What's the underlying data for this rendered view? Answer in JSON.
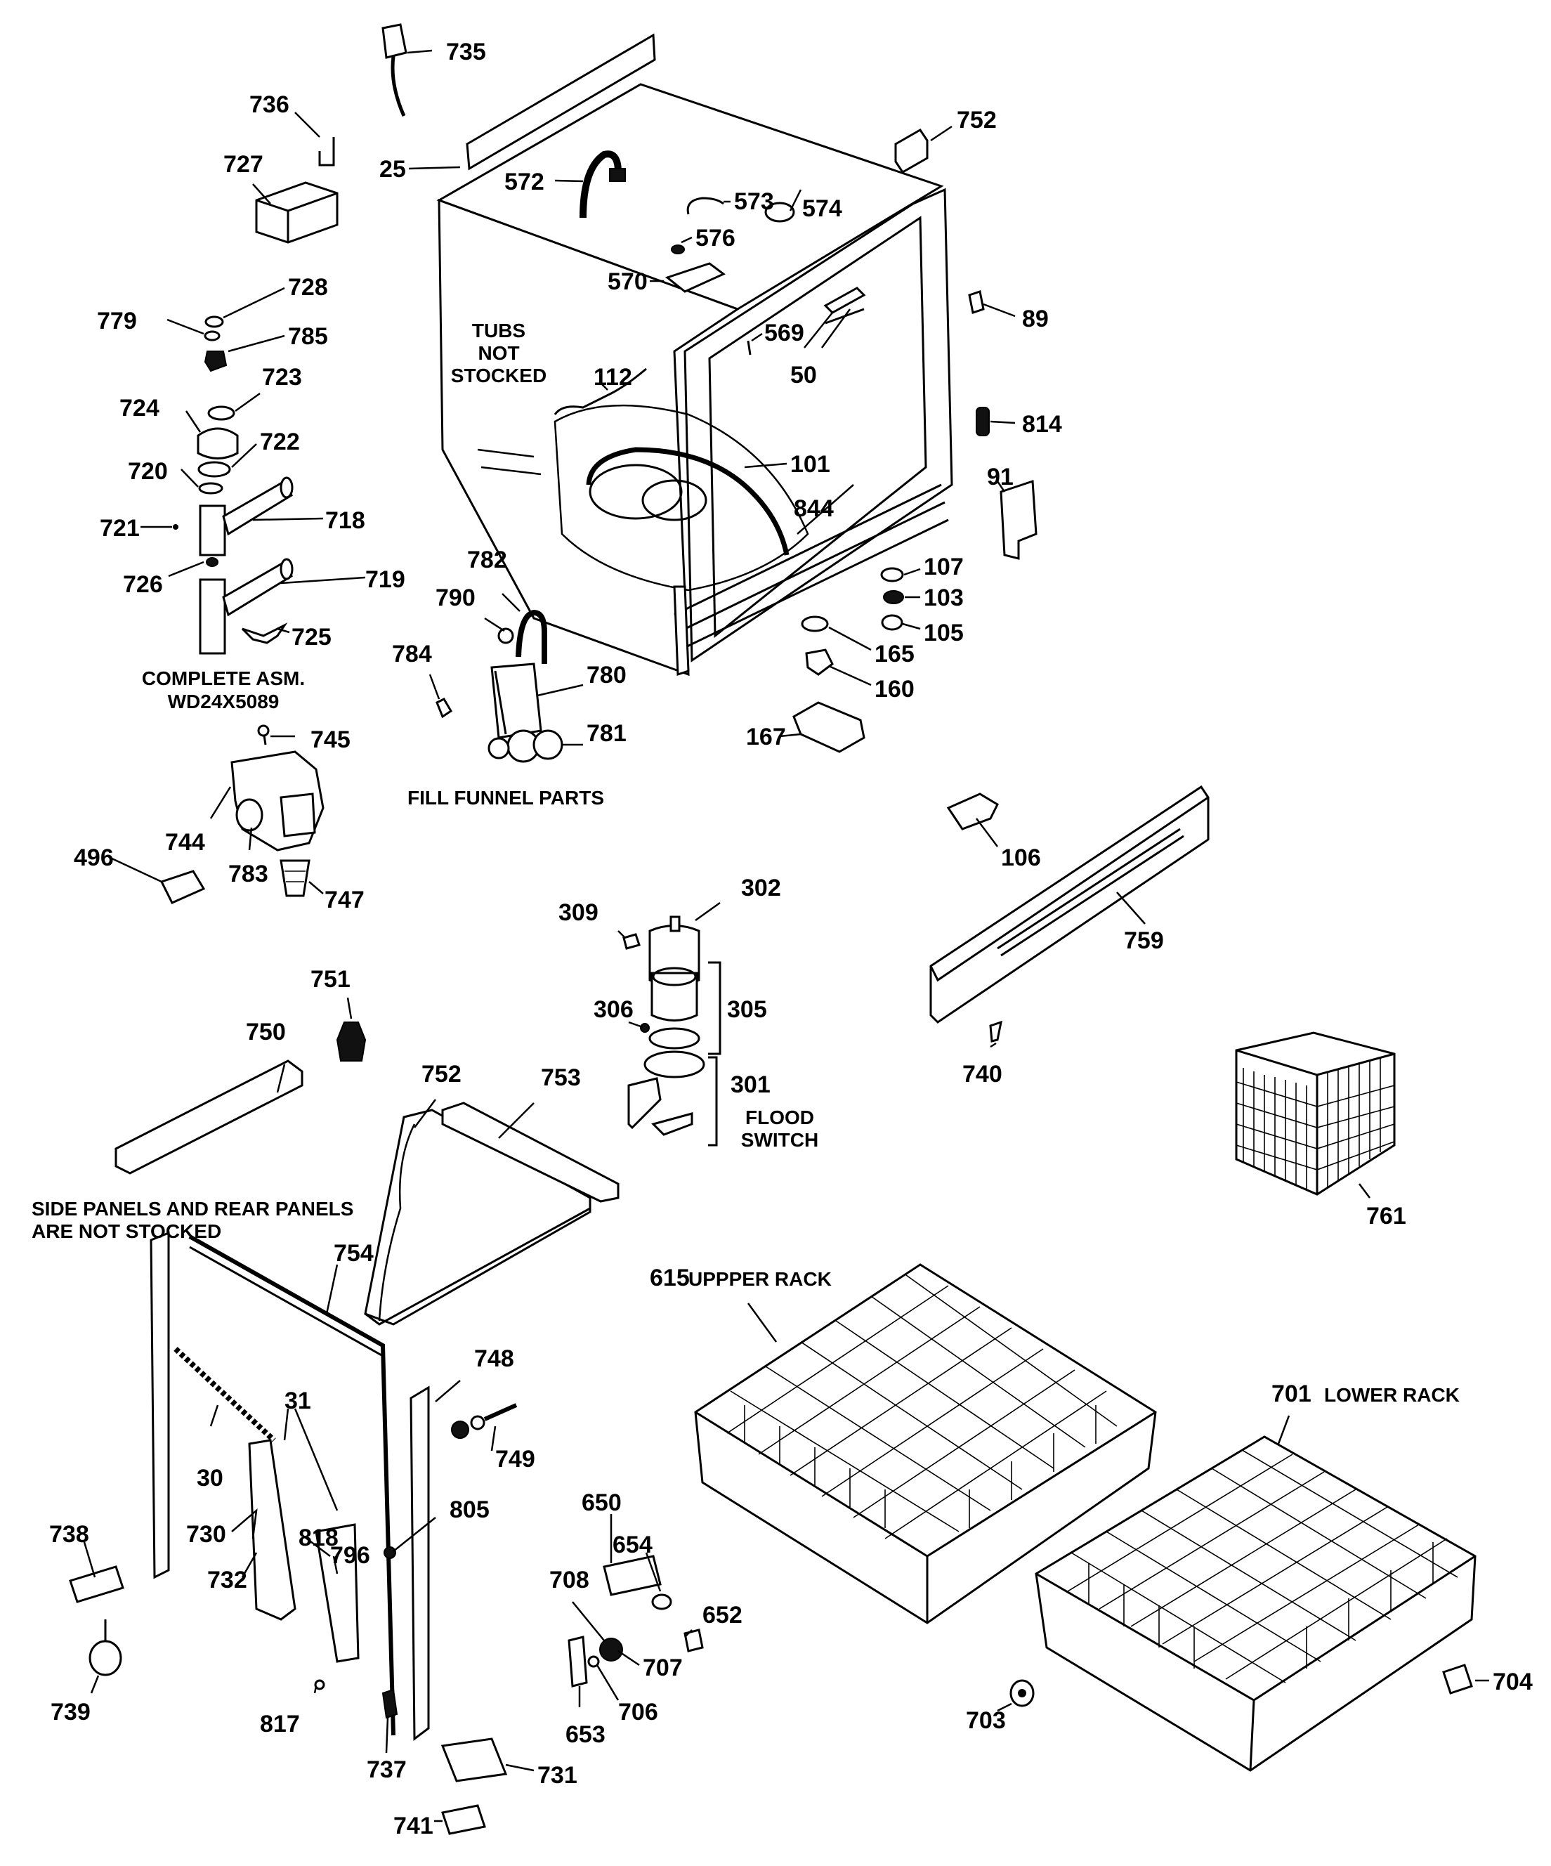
{
  "parts": [
    {
      "id": "735",
      "label": "735"
    },
    {
      "id": "736",
      "label": "736"
    },
    {
      "id": "727",
      "label": "727"
    },
    {
      "id": "728",
      "label": "728"
    },
    {
      "id": "779",
      "label": "779"
    },
    {
      "id": "785",
      "label": "785"
    },
    {
      "id": "723",
      "label": "723"
    },
    {
      "id": "724",
      "label": "724"
    },
    {
      "id": "722",
      "label": "722"
    },
    {
      "id": "720",
      "label": "720"
    },
    {
      "id": "721",
      "label": "721"
    },
    {
      "id": "718",
      "label": "718"
    },
    {
      "id": "726",
      "label": "726"
    },
    {
      "id": "719",
      "label": "719"
    },
    {
      "id": "725",
      "label": "725"
    },
    {
      "id": "745",
      "label": "745"
    },
    {
      "id": "744",
      "label": "744"
    },
    {
      "id": "496",
      "label": "496"
    },
    {
      "id": "783",
      "label": "783"
    },
    {
      "id": "747",
      "label": "747"
    },
    {
      "id": "25",
      "label": "25"
    },
    {
      "id": "572",
      "label": "572"
    },
    {
      "id": "573",
      "label": "573"
    },
    {
      "id": "574",
      "label": "574"
    },
    {
      "id": "576",
      "label": "576"
    },
    {
      "id": "570",
      "label": "570"
    },
    {
      "id": "569",
      "label": "569"
    },
    {
      "id": "50",
      "label": "50"
    },
    {
      "id": "112",
      "label": "112"
    },
    {
      "id": "101",
      "label": "101"
    },
    {
      "id": "844",
      "label": "844"
    },
    {
      "id": "752a",
      "label": "752"
    },
    {
      "id": "89",
      "label": "89"
    },
    {
      "id": "814",
      "label": "814"
    },
    {
      "id": "91",
      "label": "91"
    },
    {
      "id": "107",
      "label": "107"
    },
    {
      "id": "103",
      "label": "103"
    },
    {
      "id": "105",
      "label": "105"
    },
    {
      "id": "165",
      "label": "165"
    },
    {
      "id": "160",
      "label": "160"
    },
    {
      "id": "167",
      "label": "167"
    },
    {
      "id": "782",
      "label": "782"
    },
    {
      "id": "790",
      "label": "790"
    },
    {
      "id": "784",
      "label": "784"
    },
    {
      "id": "780",
      "label": "780"
    },
    {
      "id": "781",
      "label": "781"
    },
    {
      "id": "106",
      "label": "106"
    },
    {
      "id": "759",
      "label": "759"
    },
    {
      "id": "740",
      "label": "740"
    },
    {
      "id": "302",
      "label": "302"
    },
    {
      "id": "309",
      "label": "309"
    },
    {
      "id": "306",
      "label": "306"
    },
    {
      "id": "305",
      "label": "305"
    },
    {
      "id": "301",
      "label": "301"
    },
    {
      "id": "761",
      "label": "761"
    },
    {
      "id": "751",
      "label": "751"
    },
    {
      "id": "750",
      "label": "750"
    },
    {
      "id": "752b",
      "label": "752"
    },
    {
      "id": "753",
      "label": "753"
    },
    {
      "id": "754",
      "label": "754"
    },
    {
      "id": "748",
      "label": "748"
    },
    {
      "id": "749",
      "label": "749"
    },
    {
      "id": "805",
      "label": "805"
    },
    {
      "id": "31",
      "label": "31"
    },
    {
      "id": "30",
      "label": "30"
    },
    {
      "id": "730",
      "label": "730"
    },
    {
      "id": "818",
      "label": "818"
    },
    {
      "id": "796",
      "label": "796"
    },
    {
      "id": "732",
      "label": "732"
    },
    {
      "id": "738",
      "label": "738"
    },
    {
      "id": "739",
      "label": "739"
    },
    {
      "id": "817",
      "label": "817"
    },
    {
      "id": "737",
      "label": "737"
    },
    {
      "id": "731",
      "label": "731"
    },
    {
      "id": "741",
      "label": "741"
    },
    {
      "id": "650",
      "label": "650"
    },
    {
      "id": "654",
      "label": "654"
    },
    {
      "id": "708",
      "label": "708"
    },
    {
      "id": "652",
      "label": "652"
    },
    {
      "id": "707",
      "label": "707"
    },
    {
      "id": "706",
      "label": "706"
    },
    {
      "id": "653",
      "label": "653"
    },
    {
      "id": "615",
      "label": "615"
    },
    {
      "id": "701",
      "label": "701"
    },
    {
      "id": "703",
      "label": "703"
    },
    {
      "id": "704",
      "label": "704"
    }
  ],
  "captions": {
    "tubs_1": "TUBS",
    "tubs_2": "NOT",
    "tubs_3": "STOCKED",
    "complete_1": "COMPLETE  ASM.",
    "complete_2": "WD24X5089",
    "fill_funnel": "FILL FUNNEL PARTS",
    "flood_1": "FLOOD",
    "flood_2": "SWITCH",
    "side_1": "SIDE PANELS AND REAR PANELS",
    "side_2": "ARE NOT STOCKED",
    "upper_rack": "UPPPER  RACK",
    "lower_rack": "LOWER  RACK"
  }
}
